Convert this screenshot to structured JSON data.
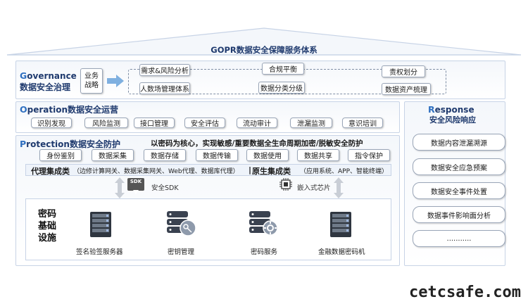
{
  "title": "GOPR数据安全保障服务体系",
  "governance": {
    "title_prefix": "G",
    "title_rest": "overnance",
    "title_cn": "数据安全治理",
    "strategy": [
      "业务",
      "战略"
    ],
    "items": [
      "需求&风险分析",
      "合规平衡",
      "责权划分",
      "人数场管理体系",
      "数据分类分级",
      "数据资产梳理"
    ]
  },
  "operation": {
    "title_prefix": "O",
    "title_rest": "peration数据安全运营",
    "items": [
      "识别发现",
      "风险监测",
      "接口管理",
      "安全评估",
      "流动审计",
      "泄漏监测",
      "意识培训"
    ]
  },
  "protection": {
    "title_prefix": "P",
    "title_rest": "rotection数据安全防护",
    "slogan": "以密码为核心，实现敏感/重要数据全生命周期加密/脱敏安全防护",
    "items": [
      "身份鉴别",
      "数据采集",
      "数据存储",
      "数据传输",
      "数据使用",
      "数据共享",
      "指令保护"
    ],
    "proxy_label": "代理集成类",
    "proxy_detail": "（边修计算网关、数据采集网关、Web代理、数据库代理）",
    "separator": "|",
    "native_label": "原生集成类",
    "native_detail": "（应用系统、APP、智能终端）",
    "sdk_badge": "SDK",
    "sdk_label": "安全SDK",
    "chip_label": "嵌入式芯片",
    "infra_title": [
      "密码",
      "基础",
      "设施"
    ],
    "servers": [
      "签名验签服务器",
      "密钥管理",
      "密码服务",
      "金融数据密码机"
    ]
  },
  "response": {
    "title_prefix": "R",
    "title_rest": "esponse",
    "title_cn": "安全风险响应",
    "items": [
      "数据内容泄漏溯源",
      "数据安全应急预案",
      "数据安全事件处置",
      "数据事件影响面分析",
      "..........."
    ]
  },
  "watermark": "cetcsafe.com",
  "colors": {
    "accent": "#2e6fc0",
    "navy": "#1f3a6e",
    "border": "#c7d3e6"
  }
}
